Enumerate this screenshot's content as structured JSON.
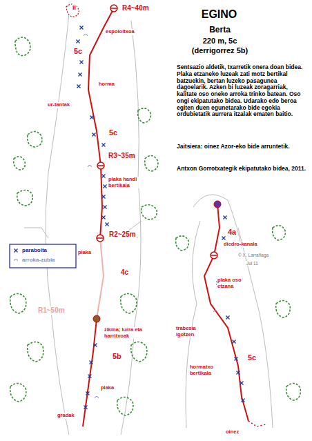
{
  "diagram": {
    "title": "EGINO",
    "labels": [
      "Berta",
      "220 m, 5c",
      "(derrigorrez 5b)",
      "Sentsazio aldetik, txarretik onera doan bidea. Plaka etzaneko luzeak zati motz bertikal batzuekin, bertan luzeko pasagunea dagoelarik. Azken bi luzeak zoragarriak, kalitate oso oneko arroka trinko batean. Oso ongi ekipatutako bidea. Udarako edo beroa egiten duen egunetarako bide egokia ordubietatik aurrera itzalak ematen baitio.",
      "Jaitsiera: oinez Azor-eko bide arruntetik.",
      "Antxon Gorrotxategik ekipatutako bidea, 2011.",
      "II",
      "R4~40m",
      "espoloitxoa",
      "5c",
      "horma",
      "ur-tantak",
      "R3~35m",
      "5c",
      "plaka handi bertikala",
      "R2~25m",
      "plaka",
      "4c",
      "R1~50m",
      "zikina; lurra eta harritxoak",
      "5b",
      "plaka",
      "gradak",
      "4a",
      "diedro-kanala",
      "© X. Larrañaga",
      "Jul 11",
      "plaka oso etzana",
      "trabesia igotzen",
      "5c",
      "hormatxo bertikala",
      "oinez"
    ],
    "legend": [
      {
        "text": "parabolta"
      },
      {
        "text": "arroka-zubia"
      }
    ]
  }
}
